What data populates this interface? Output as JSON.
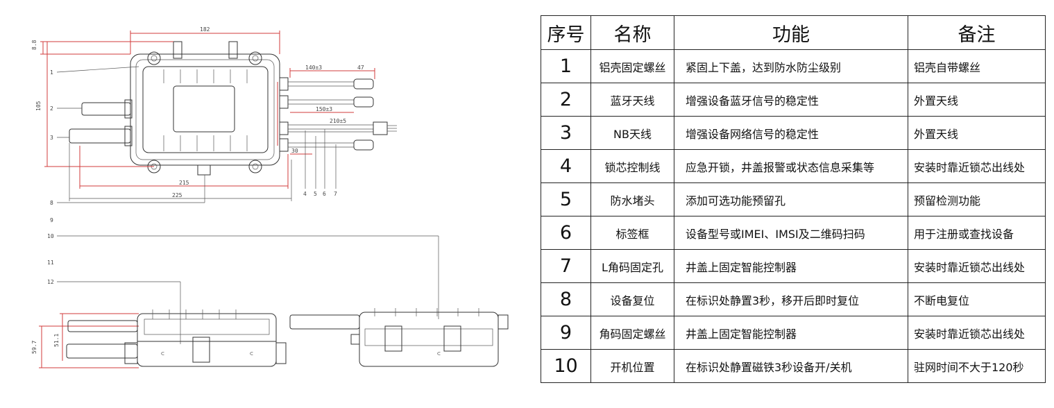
{
  "drawing": {
    "dimensions": {
      "top_width": "182",
      "left_depth": "8.8",
      "left_height": "105",
      "cable_a": "140±3",
      "cable_b": "47",
      "cable_c": "150±3",
      "cable_d": "210±5",
      "cable_e": "30",
      "bottom_a": "215",
      "bottom_b": "225",
      "side_h1": "59.7",
      "side_h2": "51.1"
    },
    "callouts_left": [
      "1",
      "2",
      "3",
      "8",
      "9",
      "10",
      "11",
      "12"
    ],
    "callouts_bottom": [
      "4",
      "5",
      "6",
      "7"
    ]
  },
  "table": {
    "headers": [
      "序号",
      "名称",
      "功能",
      "备注"
    ],
    "rows": [
      {
        "no": "1",
        "name": "铝壳固定螺丝",
        "func": "紧固上下盖，达到防水防尘级别",
        "note": "铝壳自带螺丝"
      },
      {
        "no": "2",
        "name": "蓝牙天线",
        "func": "增强设备蓝牙信号的稳定性",
        "note": "外置天线"
      },
      {
        "no": "3",
        "name": "NB天线",
        "func": "增强设备网络信号的稳定性",
        "note": "外置天线"
      },
      {
        "no": "4",
        "name": "锁芯控制线",
        "func": "应急开锁，井盖报警或状态信息采集等",
        "note": "安装时靠近锁芯出线处"
      },
      {
        "no": "5",
        "name": "防水堵头",
        "func": "添加可选功能预留孔",
        "note": "预留检测功能"
      },
      {
        "no": "6",
        "name": "标签框",
        "func": "设备型号或IMEI、IMSI及二维码扫码",
        "note": "用于注册或查找设备"
      },
      {
        "no": "7",
        "name": "L角码固定孔",
        "func": "井盖上固定智能控制器",
        "note": "安装时靠近锁芯出线处"
      },
      {
        "no": "8",
        "name": "设备复位",
        "func": "在标识处静置3秒，移开后即时复位",
        "note": "不断电复位"
      },
      {
        "no": "9",
        "name": "角码固定螺丝",
        "func": "井盖上固定智能控制器",
        "note": "安装时靠近锁芯出线处"
      },
      {
        "no": "10",
        "name": "开机位置",
        "func": "在标识处静置磁铁3秒设备开/关机",
        "note": "驻网时间不大于120秒"
      }
    ]
  }
}
